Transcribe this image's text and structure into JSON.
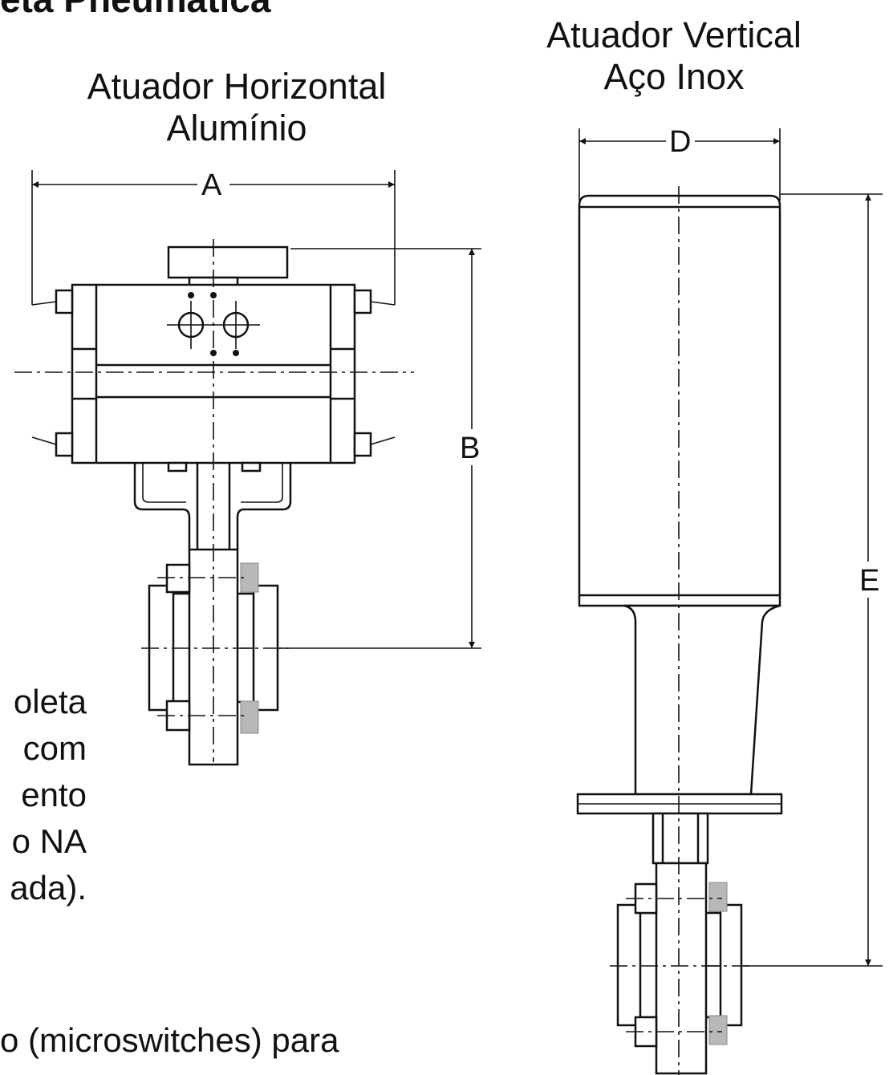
{
  "page_title_fragment": "eta Pneumática",
  "horizontal": {
    "line1": "Atuador Horizontal",
    "line2": "Alumínio"
  },
  "vertical": {
    "line1": "Atuador Vertical",
    "line2": "Aço Inox"
  },
  "dimensions": {
    "a": "A",
    "b": "B",
    "d": "D",
    "e": "E"
  },
  "left_text_lines": [
    "oleta",
    "com",
    "ento",
    "o NA",
    "ada)."
  ],
  "bottom_text": "o (microswitches) para"
}
